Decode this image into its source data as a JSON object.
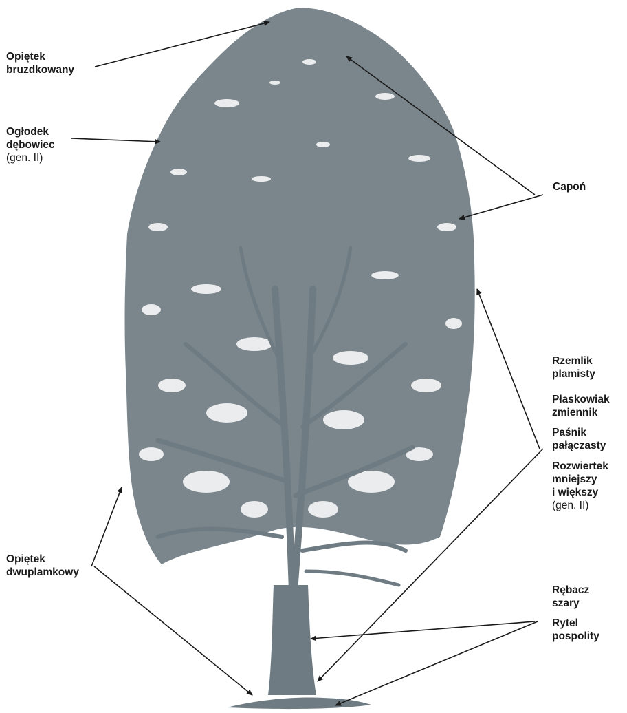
{
  "colors": {
    "tree": "#6f7b82",
    "text": "#1a1a1a",
    "arrow": "#1a1a1a",
    "background": "#ffffff"
  },
  "labels": {
    "bruzdkowany": {
      "line1": "Opiętek",
      "line2": "bruzdkowany"
    },
    "oglodek": {
      "line1": "Ogłodek",
      "line2": "dębowiec",
      "note": "(gen. II)"
    },
    "capon": {
      "line1": "Capoń"
    },
    "rzemlik": {
      "line1": "Rzemlik",
      "line2": "plamisty"
    },
    "plaskowiak": {
      "line1": "Płaskowiak",
      "line2": "zmiennik"
    },
    "pasnik": {
      "line1": "Paśnik",
      "line2": "pałączasty"
    },
    "rozwiertek": {
      "line1": "Rozwiertek",
      "line2": "mniejszy",
      "line3": "i większy",
      "note": "(gen. II)"
    },
    "dwuplamkowy": {
      "line1": "Opiętek",
      "line2": "dwuplamkowy"
    },
    "rebacz": {
      "line1": "Rębacz",
      "line2": "szary"
    },
    "rytel": {
      "line1": "Rytel",
      "line2": "pospolity"
    }
  }
}
